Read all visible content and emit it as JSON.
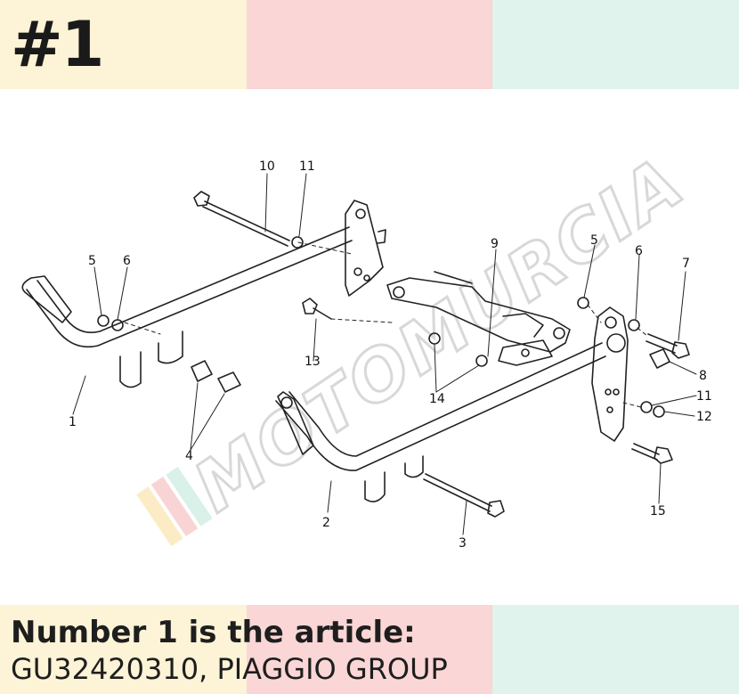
{
  "header": {
    "badge": "#1"
  },
  "colors": {
    "band_yellow": "#fdf3d6",
    "band_pink": "#fbd6d6",
    "band_mint": "#e0f3ec"
  },
  "watermark": {
    "text": "MOTOMURCIA"
  },
  "diagram": {
    "labels": [
      "1",
      "2",
      "3",
      "4",
      "5",
      "6",
      "7",
      "8",
      "9",
      "10",
      "11",
      "12",
      "13",
      "14",
      "15"
    ]
  },
  "footer": {
    "line1": "Number 1 is the article:",
    "line2": "GU32420310, PIAGGIO GROUP"
  }
}
